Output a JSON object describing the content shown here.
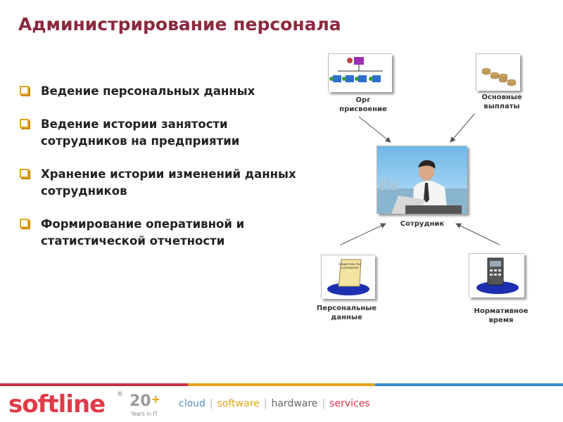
{
  "title": "Администрирование персонала",
  "bullets": [
    "Ведение персональных данных",
    "Ведение истории занятости сотрудников на предприятии",
    "Хранение истории изменений данных сотрудников",
    "Формирование оперативной и статистической отчетности"
  ],
  "diagram": {
    "org": "Орг\nприсвоение",
    "payments": "Основные\nвыплаты",
    "employee": "Сотрудник",
    "personal_data": "Персональные\nданные",
    "norm_time": "Нормативное\nвремя",
    "scroll_text": "Свидетельство\nо рождении"
  },
  "footer": {
    "logo": "softline",
    "logo_reg": "®",
    "twenty": "20",
    "twenty_plus": "+",
    "years": "Years in IT",
    "tagline": [
      "cloud",
      "software",
      "hardware",
      "services"
    ],
    "tag_colors": [
      "#5b8fc9",
      "#e3a41a",
      "#666666",
      "#d9364a"
    ],
    "bar_colors": [
      "#c8324a",
      "#e3a41a",
      "#3c8dc8"
    ]
  },
  "colors": {
    "title": "#8b2a3f",
    "bullet": "#e3a41a",
    "logo": "#e13b48"
  }
}
